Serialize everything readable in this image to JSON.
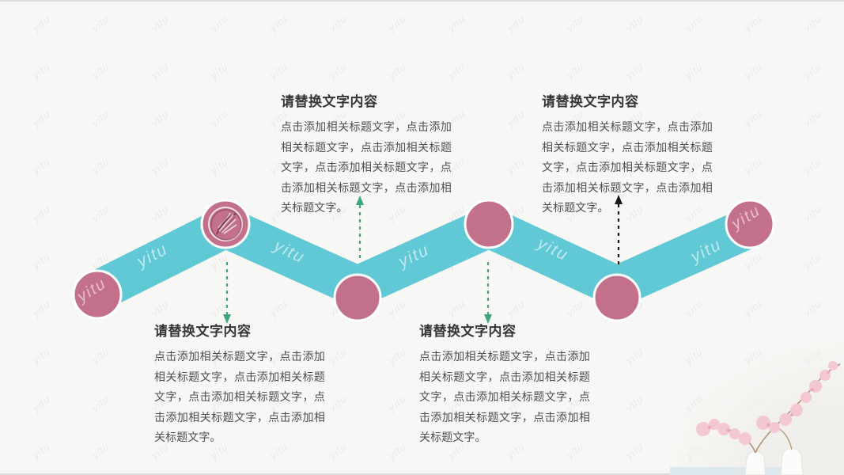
{
  "slide": {
    "type": "presentation-slide",
    "description": "zigzag timeline diagram with six nodes and four placeholder text blocks"
  },
  "watermark": {
    "text": "yitu"
  },
  "blocks": {
    "top_left": {
      "heading": "请替换文字内容",
      "body": "点击添加相关标题文字，点击添加相关标题文字，点击添加相关标题文字，点击添加相关标题文字，点击添加相关标题文字，点击添加相关标题文字。"
    },
    "top_right": {
      "heading": "请替换文字内容",
      "body": "点击添加相关标题文字，点击添加相关标题文字，点击添加相关标题文字，点击添加相关标题文字，点击添加相关标题文字，点击添加相关标题文字。"
    },
    "bottom_left": {
      "heading": "请替换文字内容",
      "body": "点击添加相关标题文字，点击添加相关标题文字，点击添加相关标题文字，点击添加相关标题文字，点击添加相关标题文字，点击添加相关标题文字。"
    },
    "bottom_mid": {
      "heading": "请替换文字内容",
      "body": "点击添加相关标题文字，点击添加相关标题文字，点击添加相关标题文字，点击添加相关标题文字，点击添加相关标题文字，点击添加相关标题文字。"
    }
  },
  "timeline": {
    "node_count": 6,
    "first_node_icon": "leaf-icon",
    "connector_styles": [
      "green-dashed-arrow",
      "black-dashed-arrow"
    ]
  },
  "colors": {
    "background": "#f7f7f5",
    "ribbon_teal": "#60c9d5",
    "node_pink": "#c3718a",
    "arrow_green": "#3ea679",
    "arrow_black": "#1a1a1a",
    "heading_text": "#353535",
    "body_text": "#4f4f4f"
  }
}
